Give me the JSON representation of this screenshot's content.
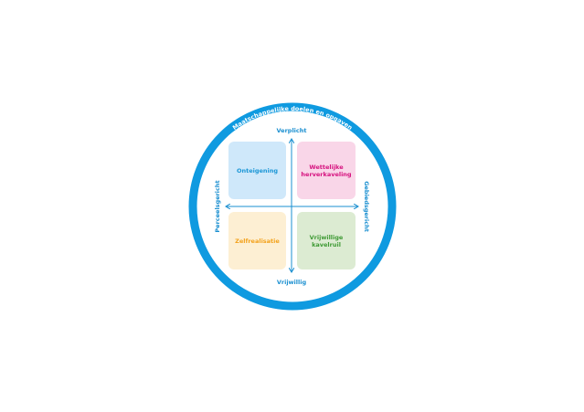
{
  "ring_label": "Maatschappelijke doelen en opgaven",
  "axes": {
    "top": "Verplicht",
    "bottom": "Vrijwillig",
    "left": "Perceelsgericht",
    "right": "Gebiedsgericht"
  },
  "quadrants": [
    {
      "lines": [
        "Onteigening"
      ],
      "fill": "#cfe8fa",
      "text_color": "#1a96d6"
    },
    {
      "lines": [
        "Wettelijke",
        "herverkaveling"
      ],
      "fill": "#f9d6e8",
      "text_color": "#d6127f"
    },
    {
      "lines": [
        "Zelfrealisatie"
      ],
      "fill": "#fdefd3",
      "text_color": "#f3a21c"
    },
    {
      "lines": [
        "Vrijwillige",
        "kavelruil"
      ],
      "fill": "#dcebd2",
      "text_color": "#3f9a35"
    }
  ],
  "colors": {
    "ring": "#0f9ae0",
    "axis": "#1a8fd0"
  }
}
